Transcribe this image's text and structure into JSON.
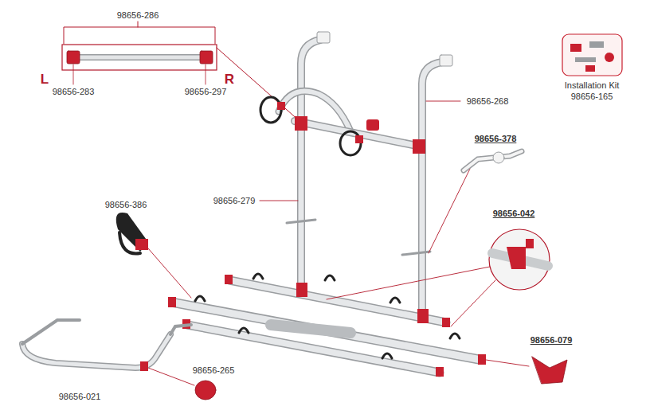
{
  "diagram": {
    "labels": [
      "98656-286",
      "L",
      "R",
      "98656-283",
      "98656-297",
      "Installation Kit",
      "98656-165",
      "98656-268",
      "98656-378",
      "98656-279",
      "98656-386",
      "98656-042",
      "98656-079",
      "98656-265",
      "98656-021"
    ]
  }
}
